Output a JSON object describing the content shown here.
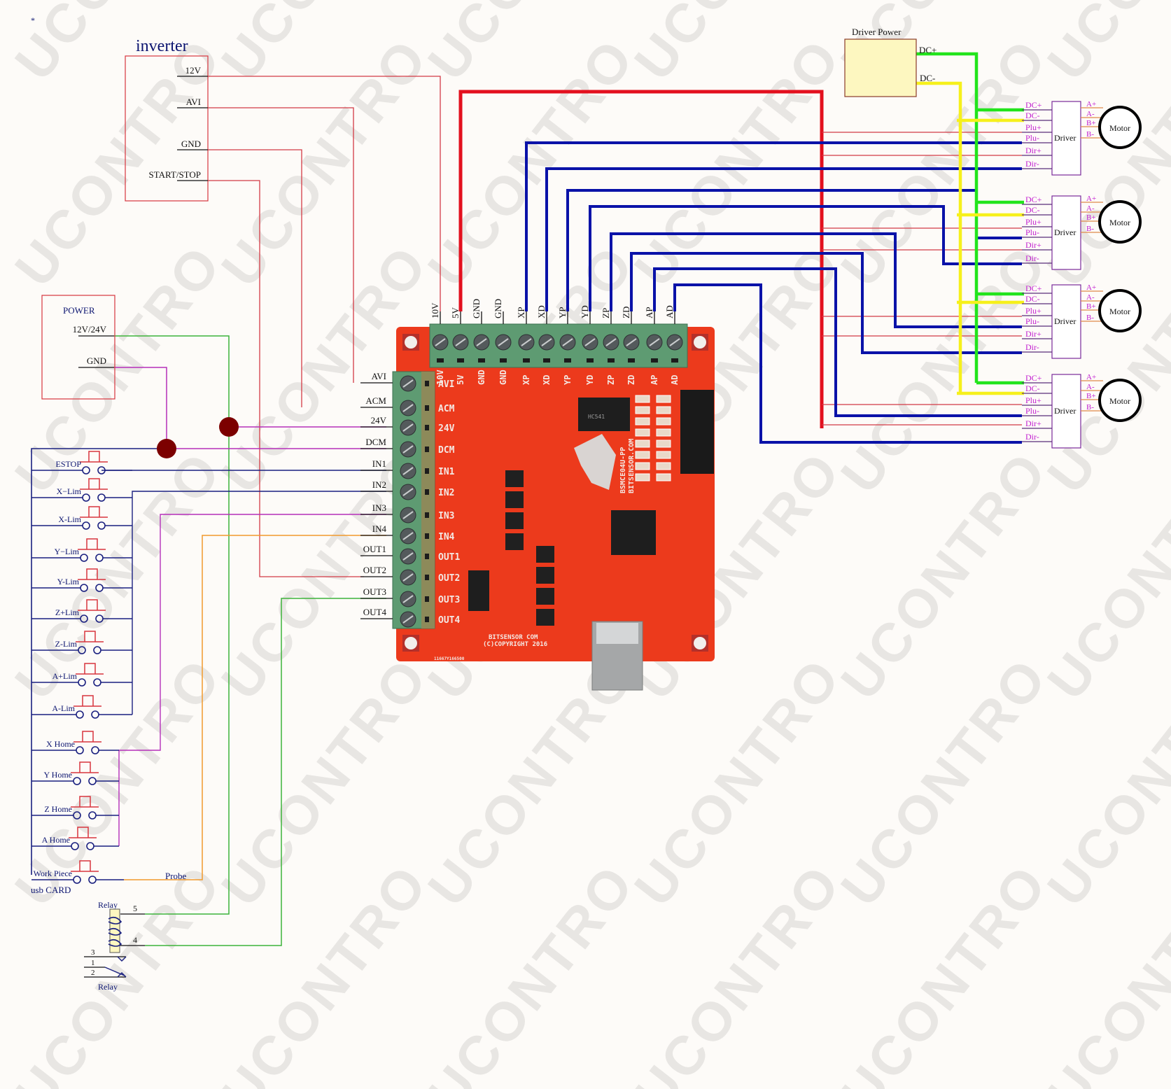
{
  "marker": "*",
  "watermark": "UCONTRO",
  "inverter": {
    "title": "inverter",
    "pins": [
      "12V",
      "AVI",
      "GND",
      "START/STOP"
    ]
  },
  "power": {
    "title": "POWER",
    "pins": [
      "12V/24V",
      "GND"
    ]
  },
  "driver_power": {
    "title": "Driver Power",
    "pins": [
      "DC+",
      "DC-"
    ]
  },
  "board": {
    "top_terminals": [
      "10V",
      "5V",
      "GND",
      "GND",
      "XP",
      "XD",
      "YP",
      "YD",
      "ZP",
      "ZD",
      "AP",
      "AD"
    ],
    "left_terminals": [
      "AVI",
      "ACM",
      "24V",
      "DCM",
      "IN1",
      "IN2",
      "IN3",
      "IN4",
      "OUT1",
      "OUT2",
      "OUT3",
      "OUT4"
    ],
    "silk_top": [
      "10V",
      "5V",
      "GND",
      "GND",
      "XP",
      "XD",
      "YP",
      "YD",
      "ZP",
      "ZD",
      "AP",
      "AD"
    ],
    "silk_left": [
      "AVI",
      "ACM",
      "24V",
      "DCM",
      "IN1",
      "IN2",
      "IN3",
      "IN4",
      "OUT1",
      "OUT2",
      "OUT3",
      "OUT4"
    ],
    "model": "BSMCE04U-PP",
    "site": "BITSENSOR.COM",
    "footer_line1": "BITSENSOR COM",
    "footer_line2": "(C)COPYRIGHT 2016",
    "serial": "11667Y166500",
    "chip_marking": "HC541"
  },
  "switches": [
    {
      "label": "ESTOP"
    },
    {
      "label": "X−Lim"
    },
    {
      "label": "X-Lim"
    },
    {
      "label": "Y−Lim"
    },
    {
      "label": "Y-Lim"
    },
    {
      "label": "Z+Lim"
    },
    {
      "label": "Z-Lim"
    },
    {
      "label": "A+Lim"
    },
    {
      "label": "A-Lim"
    },
    {
      "label": "X Home"
    },
    {
      "label": "Y Home"
    },
    {
      "label": "Z Home"
    },
    {
      "label": "A Home"
    },
    {
      "label": "Work Piece"
    }
  ],
  "probe_label": "Probe",
  "usb_card_label": "usb  CARD",
  "relay": {
    "title": "Relay",
    "coil_pins": [
      "5",
      "4"
    ],
    "contact_pins": [
      "3",
      "1",
      "2"
    ],
    "bottom_label": "Relay"
  },
  "drivers": [
    {
      "name": "Driver",
      "inputs": [
        "DC+",
        "DC-",
        "Plu+",
        "Plu-",
        "Dir+",
        "Dir-"
      ],
      "outputs": [
        "A+",
        "A-",
        "B+",
        "B-"
      ],
      "motor": "Motor"
    },
    {
      "name": "Driver",
      "inputs": [
        "DC+",
        "DC-",
        "Plu+",
        "Plu-",
        "Dir+",
        "Dir-"
      ],
      "outputs": [
        "A+",
        "A-",
        "B+",
        "B-"
      ],
      "motor": "Motor"
    },
    {
      "name": "Driver",
      "inputs": [
        "DC+",
        "DC-",
        "Plu+",
        "Plu-",
        "Dir+",
        "Dir-"
      ],
      "outputs": [
        "A+",
        "A-",
        "B+",
        "B-"
      ],
      "motor": "Motor"
    },
    {
      "name": "Driver",
      "inputs": [
        "DC+",
        "DC-",
        "Plu+",
        "Plu-",
        "Dir+",
        "Dir-"
      ],
      "outputs": [
        "A+",
        "A-",
        "B+",
        "B-"
      ],
      "motor": "Motor"
    }
  ],
  "colors": {
    "wire_red": "#e3101e",
    "wire_thin_red": "#d33a45",
    "wire_blue": "#0a12a8",
    "wire_navy": "#1a2080",
    "wire_green": "#22e41c",
    "wire_thin_green": "#3db33a",
    "wire_yellow": "#f6f01b",
    "wire_magenta": "#b52fb9",
    "wire_orange": "#f19a2d",
    "junction": "#7c0000",
    "pcb": "#ec3a1c",
    "terminal": "#5e9b72",
    "label_magenta": "#c21fd0",
    "box_yellow": "#fdf7c0"
  }
}
